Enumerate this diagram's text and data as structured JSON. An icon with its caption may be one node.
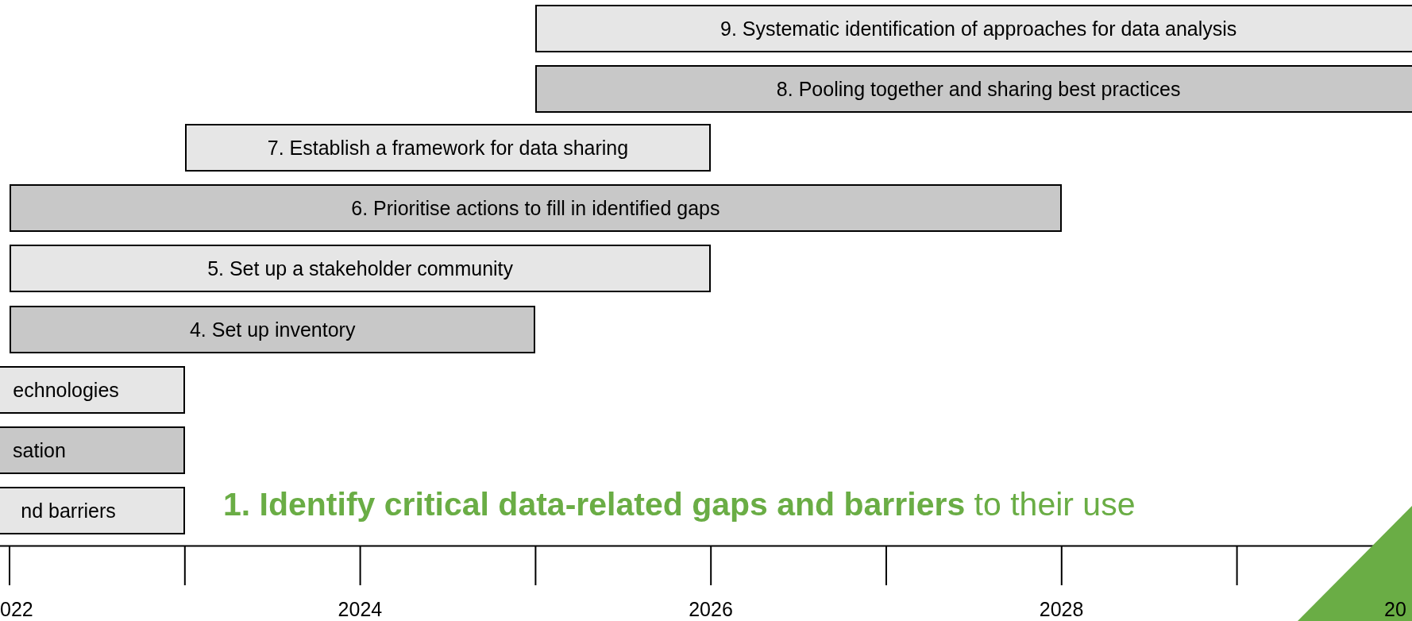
{
  "diagram": {
    "nodes": [
      {
        "text": [
          "9. Systematic identification of approaches for data analysis"
        ]
      },
      {
        "text": [
          "8. Pooling together and sharing best practices"
        ]
      },
      {
        "text": [
          "7. Establish a framework for data sharing"
        ]
      },
      {
        "text": [
          "6. Prioritise actions to fill in identified gaps"
        ]
      },
      {
        "text": [
          "5. Set up a stakeholder community"
        ]
      },
      {
        "text": [
          "4. Set up inventory"
        ]
      },
      {
        "text": [
          "echnologies"
        ]
      },
      {
        "text": [
          "sation"
        ]
      },
      {
        "text": [
          "nd barriers"
        ]
      }
    ],
    "labels": [
      "**1. Identify critical data-related gaps and barriers** to their use",
      "022",
      "2024",
      "2026",
      "2028",
      "20"
    ]
  }
}
